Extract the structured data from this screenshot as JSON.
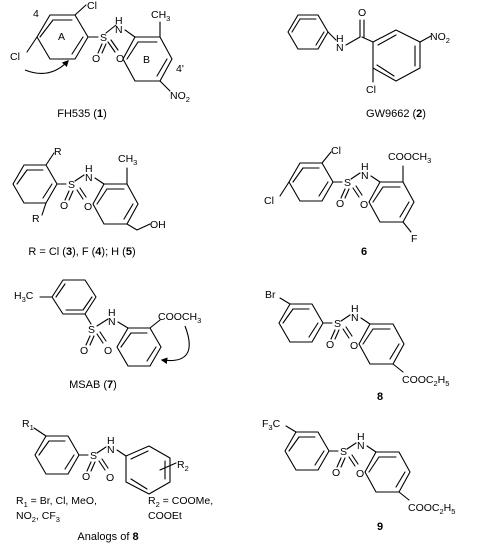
{
  "atoms": {
    "h": "H",
    "n": "N",
    "s": "S",
    "o": "O",
    "cl": "Cl",
    "f": "F",
    "r": "R",
    "br": "Br",
    "ch": "CH",
    "three": "3",
    "two": "2",
    "no": "NO",
    "oh": "OH",
    "h3c_h": "H",
    "h3c_c": "C",
    "f3c_f": "F",
    "f3c_c": "C",
    "r1_r": "R",
    "r1_1": "1",
    "r2_r": "R",
    "r2_2": "2",
    "ring_a": "A",
    "ring_b": "B",
    "pos_4": "4",
    "pos_4p": "4'",
    "ch2": "CH",
    "cooch3": "COOCH",
    "cooc2h5": "COOC",
    "h5": "H",
    "five": "5"
  },
  "labels": {
    "fh535_name": "FH535 (",
    "fh535_num": "1",
    "gw9662_name": "GW9662 (",
    "gw9662_num": "2",
    "r_eq": "R = Cl (",
    "r3": "3",
    "r_f": "), F (",
    "r4": "4",
    "r_h": "); H (",
    "r5": "5",
    "cpd6": "6",
    "msab_name": "MSAB (",
    "msab_num": "7",
    "cpd8": "8",
    "cpd9": "9",
    "close": ")",
    "r1_def1": " = Br, Cl, MeO,",
    "r1_def2a": "NO",
    "r1_def2b": ", CF",
    "r2_def1": " = COOMe,",
    "r2_def2": "COOEt",
    "analogs": "Analogs of ",
    "analogs_num": "8"
  }
}
